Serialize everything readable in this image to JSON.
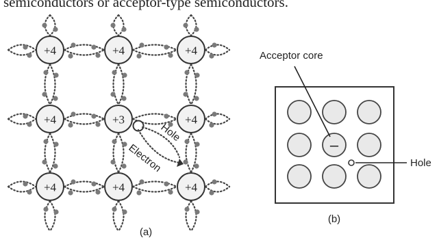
{
  "header_text": "semiconductors or acceptor-type semiconductors.",
  "panel_a": {
    "caption": "(a)",
    "atoms": [
      {
        "label": "+4"
      },
      {
        "label": "+4"
      },
      {
        "label": "+4"
      },
      {
        "label": "+4"
      },
      {
        "label": "+3"
      },
      {
        "label": "+4"
      },
      {
        "label": "+4"
      },
      {
        "label": "+4"
      },
      {
        "label": "+4"
      }
    ],
    "hole_label": "Hole",
    "electron_label": "Electron"
  },
  "panel_b": {
    "caption": "(b)",
    "acceptor_label": "Acceptor core",
    "acceptor_symbol": "–",
    "hole_label": "Hole"
  }
}
